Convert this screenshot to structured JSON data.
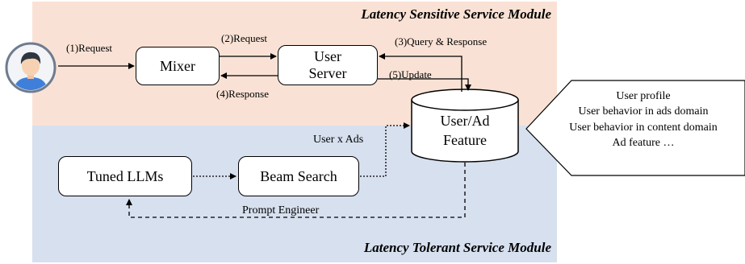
{
  "modules": {
    "top_title": "Latency Sensitive Service Module",
    "bottom_title": "Latency Tolerant Service Module"
  },
  "nodes": {
    "mixer": "Mixer",
    "user_server_line1": "User",
    "user_server_line2": "Server",
    "feature_line1": "User/Ad",
    "feature_line2": "Feature",
    "tuned_llms": "Tuned LLMs",
    "beam_search": "Beam Search"
  },
  "edges": {
    "request1": "(1)Request",
    "request2": "(2)Request",
    "query_response": "(3)Query & Response",
    "response4": "(4)Response",
    "update5": "(5)Update",
    "user_x_ads": "User x Ads",
    "prompt_engineer": "Prompt Engineer"
  },
  "callout": {
    "lines": [
      "User profile",
      "User behavior in ads domain",
      "User behavior in content domain",
      "Ad feature …"
    ]
  },
  "icons": {
    "user": "user-avatar-icon"
  }
}
